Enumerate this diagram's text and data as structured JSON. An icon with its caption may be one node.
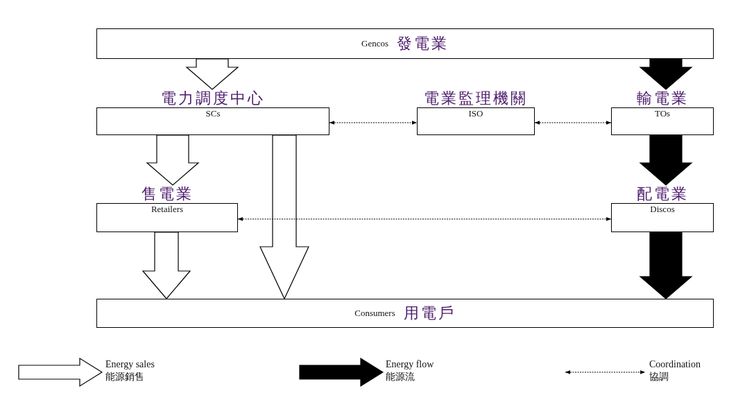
{
  "diagram": {
    "nodes": [
      {
        "text": [
          "Gencos",
          "發電業"
        ]
      },
      {
        "text": [
          "電力調度中心",
          "SCs"
        ]
      },
      {
        "text": [
          "電業監理機關",
          "ISO"
        ]
      },
      {
        "text": [
          "輸電業",
          "TOs"
        ]
      },
      {
        "text": [
          "售電業",
          "Retailers"
        ]
      },
      {
        "text": [
          "配電業",
          "Discos"
        ]
      },
      {
        "text": [
          "Consumers",
          "用電戶"
        ]
      }
    ],
    "edges": [
      {
        "from": 0,
        "to": 1,
        "arrow": "to"
      },
      {
        "from": 0,
        "to": 3,
        "arrow": "to",
        "style": "thick"
      },
      {
        "from": 1,
        "to": 4,
        "arrow": "to"
      },
      {
        "from": 1,
        "to": 6,
        "arrow": "to"
      },
      {
        "from": 3,
        "to": 5,
        "arrow": "to",
        "style": "thick"
      },
      {
        "from": 4,
        "to": 6,
        "arrow": "to"
      },
      {
        "from": 5,
        "to": 6,
        "arrow": "to",
        "style": "thick"
      },
      {
        "from": 1,
        "to": 2,
        "arrow": "both",
        "style": "dashed"
      },
      {
        "from": 2,
        "to": 3,
        "arrow": "both",
        "style": "dashed"
      },
      {
        "from": 4,
        "to": 5,
        "arrow": "both",
        "style": "dashed"
      }
    ],
    "legend": [
      {
        "text": "Energy sales 能源銷售"
      },
      {
        "text": "Energy flow 能源流"
      },
      {
        "text": "Coordination 協調"
      }
    ]
  }
}
